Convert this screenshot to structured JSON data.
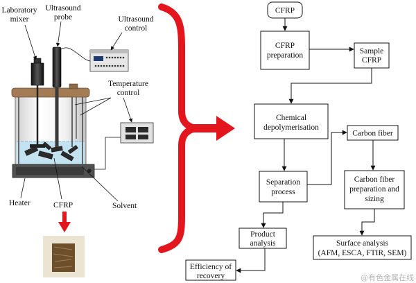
{
  "colors": {
    "accent_red": "#e3161d",
    "solvent": "#c4e3f1",
    "lid": "#a37c55",
    "heater": "#505050",
    "sample": "#6e4f2c"
  },
  "apparatus": {
    "laboratory_mixer": [
      "Laboratory",
      "mixer"
    ],
    "ultrasound_probe": [
      "Ultrasound",
      "probe"
    ],
    "ultrasound_control": [
      "Ultrasound",
      "control"
    ],
    "temperature_control": [
      "Temperature",
      "control"
    ],
    "heater": "Heater",
    "cfrp": "CFRP",
    "solvent": "Solvent"
  },
  "flowchart": {
    "cfrp": [
      "CFRP"
    ],
    "cfrp_preparation": [
      "CFRP",
      "preparation"
    ],
    "sample_cfrp": [
      "Sample",
      "CFRP"
    ],
    "chemical_depolymerisation": [
      "Chemical",
      "depolymerisation"
    ],
    "carbon_fiber": [
      "Carbon fiber"
    ],
    "separation_process": [
      "Separation",
      "process"
    ],
    "carbon_fiber_preparation_sizing": [
      "Carbon fiber",
      "preparation and",
      "sizing"
    ],
    "product_analysis": [
      "Product",
      "analysis"
    ],
    "surface_analysis": [
      "Surface analysis",
      "(AFM, ESCA, FTIR, SEM)"
    ],
    "efficiency_of_recovery": [
      "Efficiency of",
      "recovery"
    ]
  },
  "watermark": "@有色金属在线"
}
